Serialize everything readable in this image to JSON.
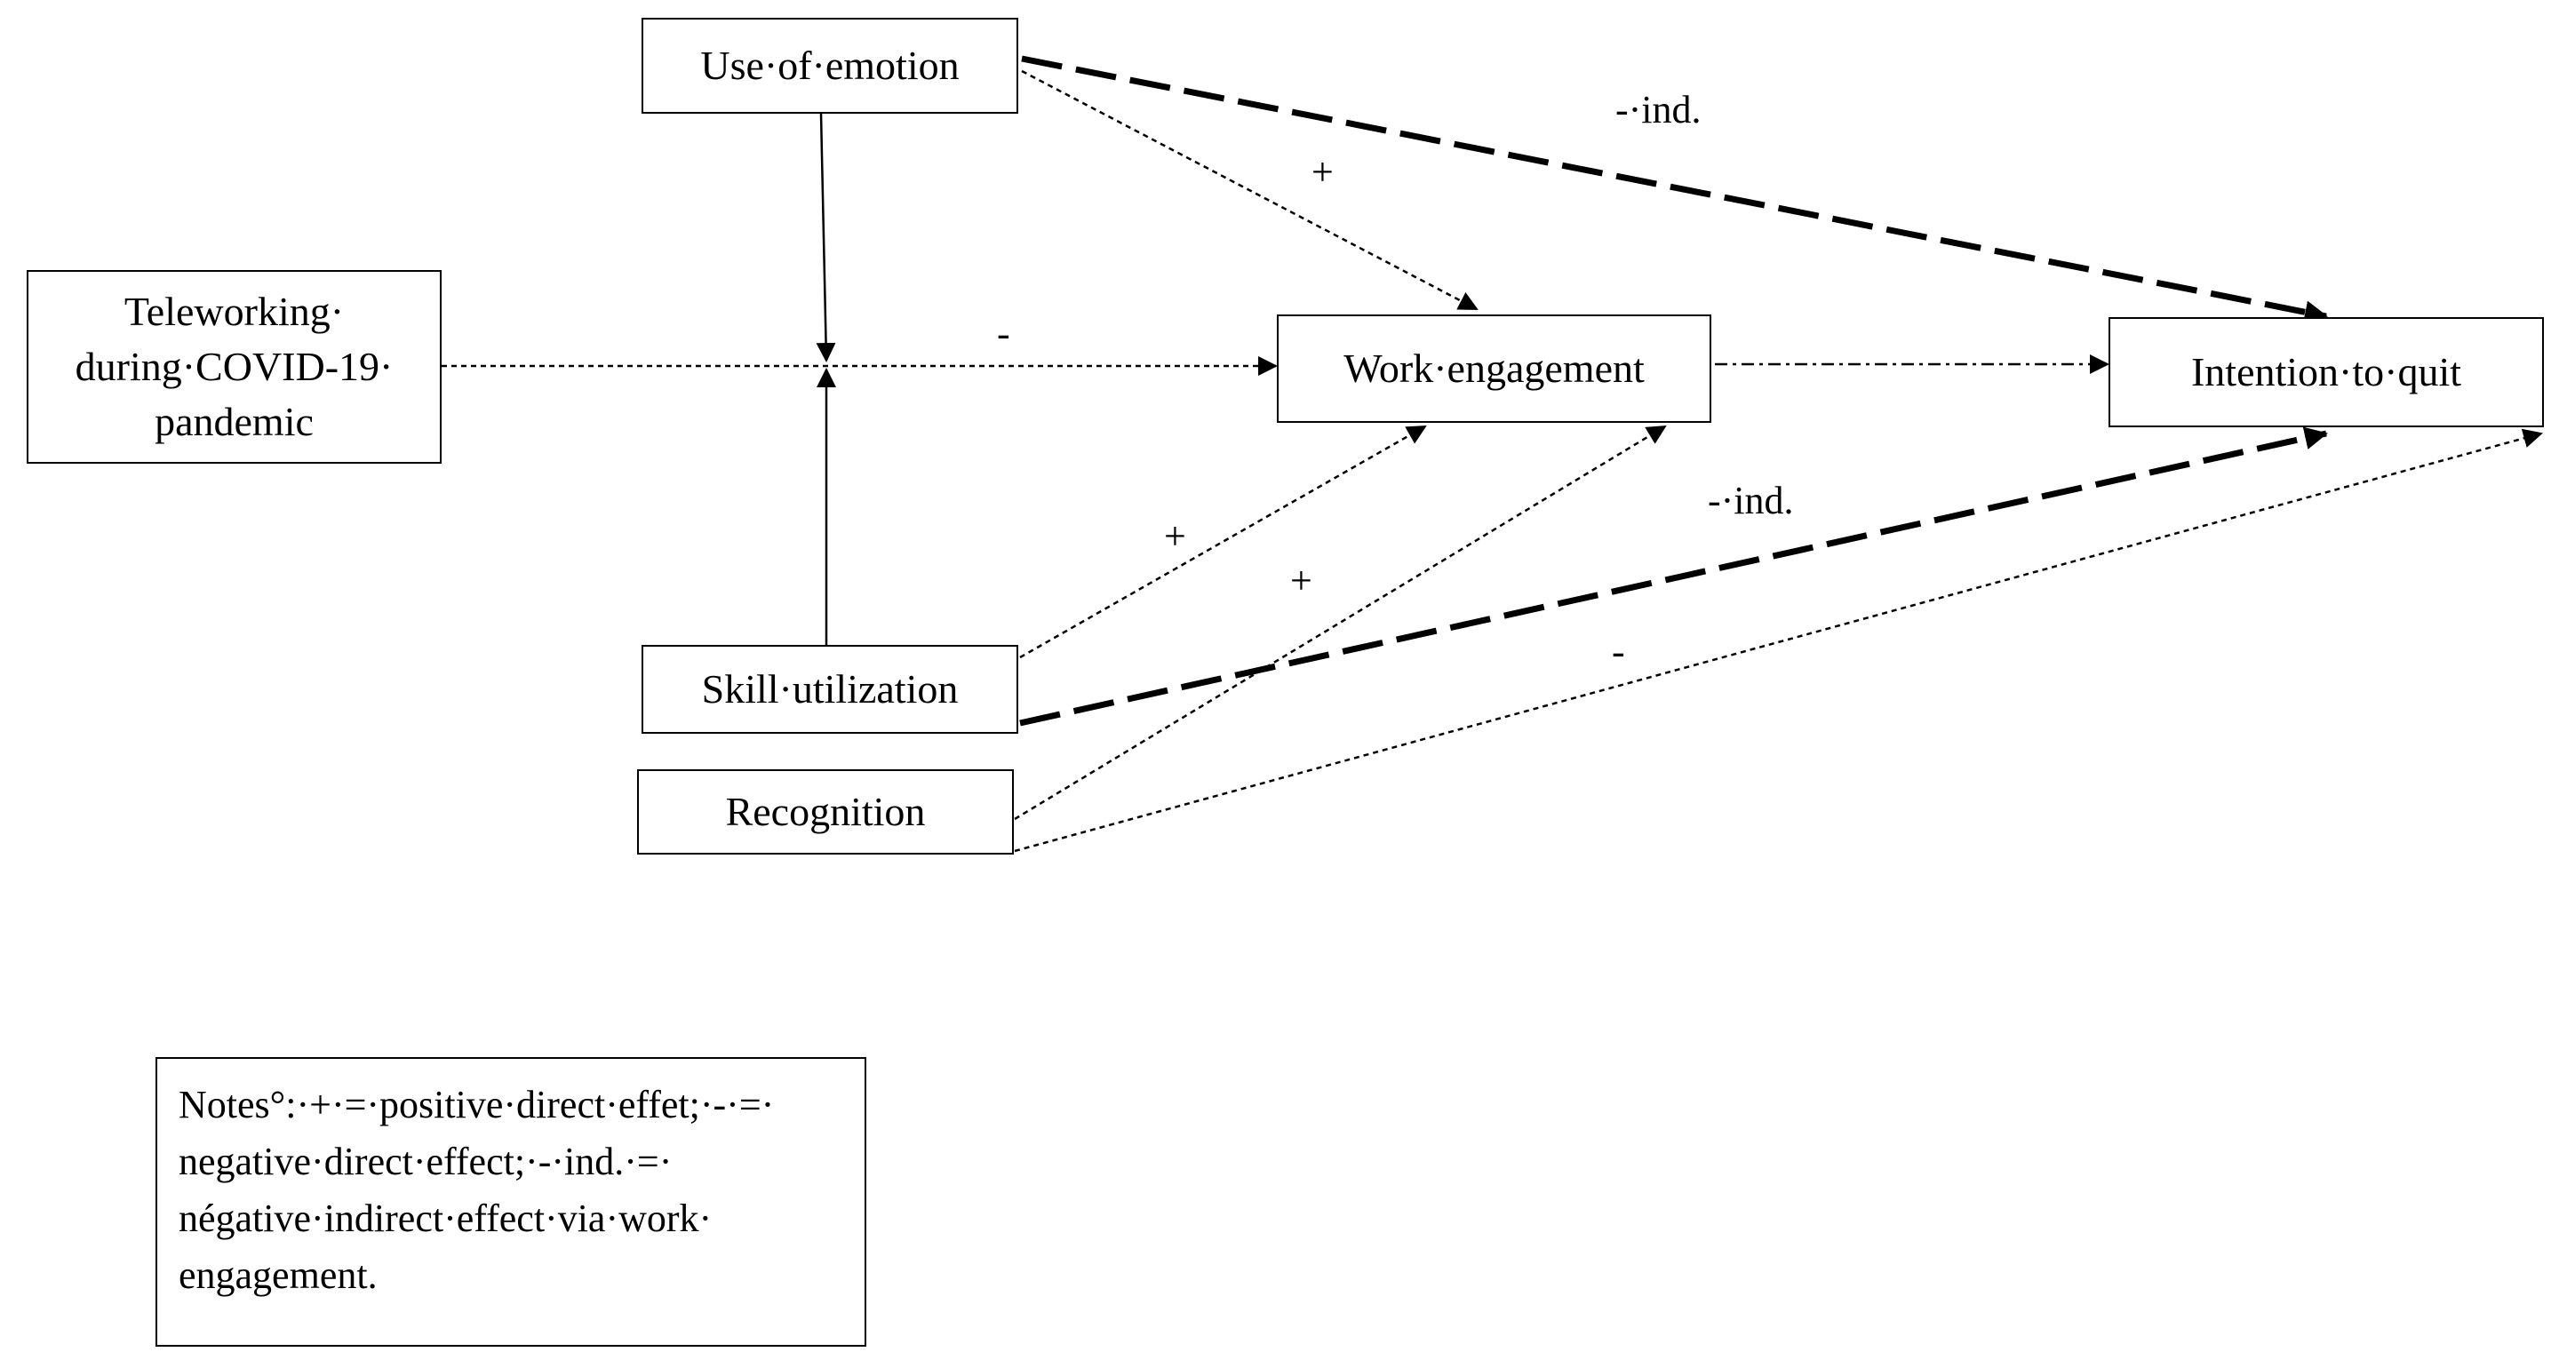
{
  "diagram": {
    "nodes": {
      "use_of_emotion": "Use·of·emotion",
      "teleworking": "Teleworking·\nduring·COVID-19·\npandemic",
      "work_engagement": "Work·engagement",
      "intention_to_quit": "Intention·to·quit",
      "skill_utilization": "Skill·utilization",
      "recognition": "Recognition"
    },
    "edge_labels": {
      "emotion_to_quit": "-·ind.",
      "emotion_to_engagement": "+",
      "telework_to_engagement": "-",
      "skill_to_engagement": "+",
      "recognition_to_engagement": "+",
      "skill_to_quit": "-·ind.",
      "recognition_to_quit": "-"
    },
    "notes": {
      "line1": "Notes°:·+·=·positive·direct·effet;·-·=·",
      "line2": "negative·direct·effect;·-·ind.·=·",
      "line3": "négative·indirect·effect·via·work·",
      "line4": "engagement."
    }
  }
}
